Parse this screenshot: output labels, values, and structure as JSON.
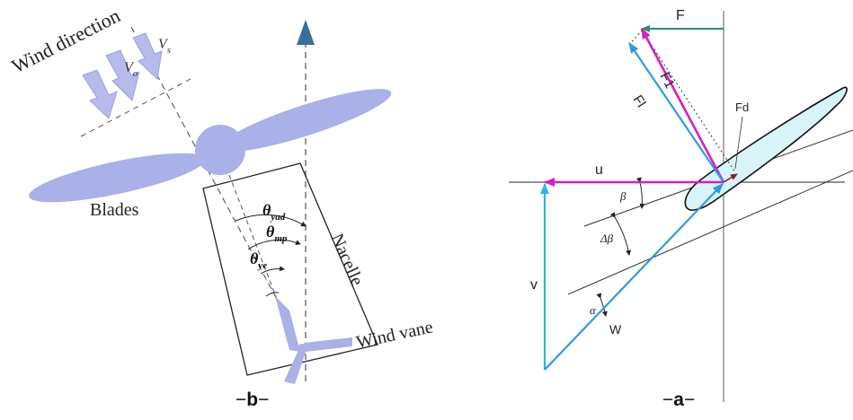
{
  "panel_b": {
    "caption_prefix": "−",
    "caption_letter": "b",
    "caption_suffix": "−",
    "label_wind_direction": "Wind direction",
    "label_v0_sym": "V",
    "label_v0_sub": "o",
    "label_vs_sym": "V",
    "label_vs_sub": "s",
    "label_blades": "Blades",
    "label_nacelle": "Nacelle",
    "label_wind_vane": "Wind vane",
    "angle_yad_sym": "θ",
    "angle_yad_sub": "yad",
    "angle_mp_sym": "θ",
    "angle_mp_sub": "mp",
    "angle_ye_sym": "θ",
    "angle_ye_sub": "ye",
    "colors": {
      "blade": "#aab0e8",
      "arrow_body": "#b7bbeb",
      "axis_arrow": "#3a6f9a",
      "outline": "#222222"
    }
  },
  "panel_a": {
    "caption_prefix": "−",
    "caption_letter": "a",
    "caption_suffix": "−",
    "label_F": "F",
    "label_F1": "F1",
    "label_Fl": "Fl",
    "label_Fd": "Fd",
    "label_u": "u",
    "label_v": "v",
    "label_W": "W",
    "label_beta": "β",
    "label_dbeta": "Δβ",
    "label_alpha": "α",
    "colors": {
      "F": "#2e8b6e",
      "F1": "#d61fc2",
      "Fl": "#2e9be0",
      "u": "#d61fc2",
      "v": "#29b6e8",
      "W": "#2e9be0",
      "airfoil": "#d7f4f8",
      "line": "#555555"
    }
  }
}
